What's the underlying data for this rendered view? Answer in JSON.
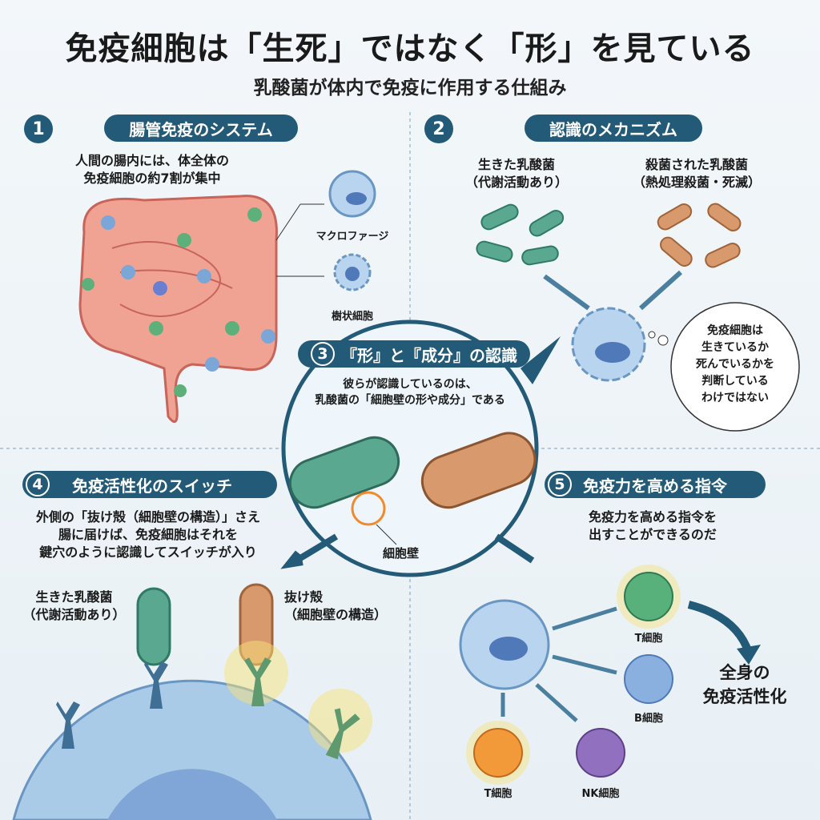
{
  "title": "免疫細胞は「生死」ではなく「形」を見ている",
  "subtitle": "乳酸菌が体内で免疫に作用する仕組み",
  "sections": [
    {
      "number": "1",
      "heading": "腸管免疫のシステム",
      "text": [
        "人間の腸内には、体全体の",
        "免疫細胞の約7割が集中"
      ],
      "labels": {
        "macrophage": "マクロファージ",
        "dendritic": "樹状細胞"
      }
    },
    {
      "number": "2",
      "heading": "認識のメカニズム",
      "live": [
        "生きた乳酸菌",
        "（代謝活動あり）"
      ],
      "dead": [
        "殺菌された乳酸菌",
        "（熱処理殺菌・死滅）"
      ],
      "bubble": [
        "免疫細胞は",
        "生きているか",
        "死んでいるかを",
        "判断している",
        "わけではない"
      ]
    },
    {
      "number": "3",
      "heading": "『形』と『成分』の認識",
      "text": [
        "彼らが認識しているのは、",
        "乳酸菌の「細胞壁の形や成分」である"
      ],
      "label": "細胞壁"
    },
    {
      "number": "4",
      "heading": "免疫活性化のスイッチ",
      "text": [
        "外側の「抜け殻（細胞壁の構造）」さえ",
        "腸に届けば、免疫細胞はそれを",
        "鍵穴のように認識してスイッチが入り"
      ],
      "live": [
        "生きた乳酸菌",
        "（代謝活動あり）"
      ],
      "shell": [
        "抜け殻",
        "（細胞壁の構造）"
      ]
    },
    {
      "number": "5",
      "heading": "免疫力を高める指令",
      "text": [
        "免疫力を高める指令を",
        "出すことができるのだ"
      ],
      "cells": {
        "t1": "T細胞",
        "b": "B細胞",
        "t2": "T細胞",
        "nk": "NK細胞"
      },
      "result": [
        "全身の",
        "免疫活性化"
      ]
    }
  ],
  "colors": {
    "accent": "#235a78",
    "live": "#5aa88f",
    "dead": "#c98a5a",
    "cell": "#a9cbe8",
    "orange": "#f08a2c"
  }
}
